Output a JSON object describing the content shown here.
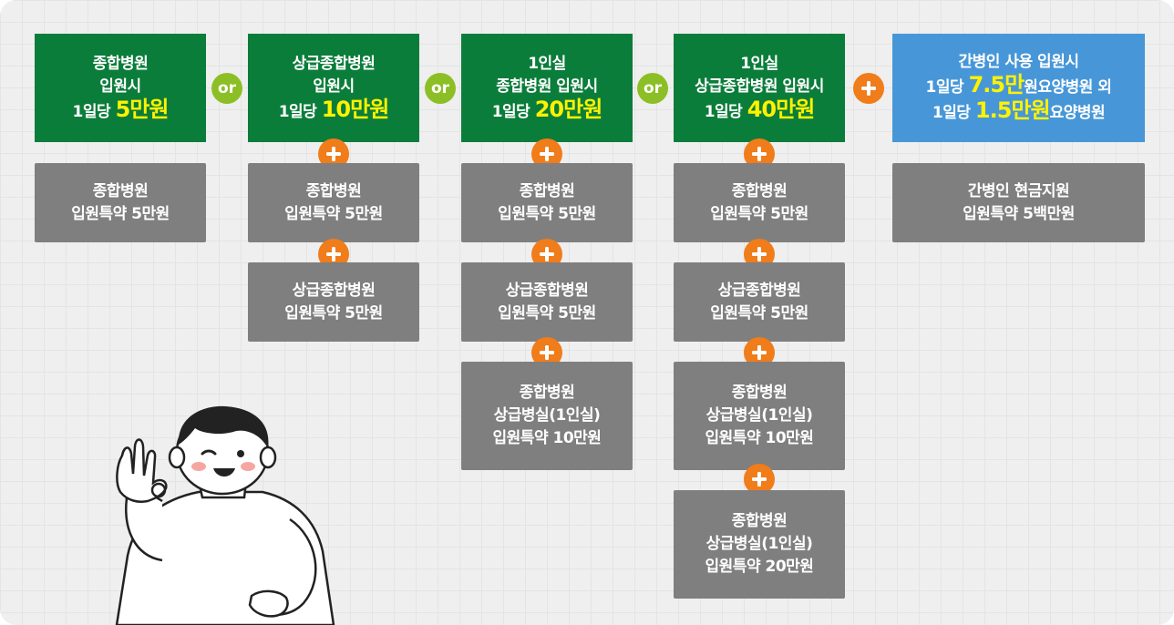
{
  "colors": {
    "green": "#0b7d3a",
    "blue": "#4797d8",
    "gray": "#7f7f7f",
    "or_circle": "#8cbf26",
    "plus_circle": "#f07c1a",
    "highlight": "#fff200"
  },
  "connectors": {
    "or": "or",
    "plus_icon": "plus-icon"
  },
  "columns": [
    {
      "header": {
        "lines": [
          "종합병원",
          "입원시"
        ],
        "amount_prefix": "1일당 ",
        "amount": "5만원"
      },
      "items": [
        {
          "lines": [
            "종합병원",
            "입원특약 5만원"
          ]
        }
      ]
    },
    {
      "header": {
        "lines": [
          "상급종합병원",
          "입원시"
        ],
        "amount_prefix": "1일당 ",
        "amount": "10만원"
      },
      "items": [
        {
          "lines": [
            "종합병원",
            "입원특약 5만원"
          ]
        },
        {
          "lines": [
            "상급종합병원",
            "입원특약 5만원"
          ]
        }
      ]
    },
    {
      "header": {
        "lines": [
          "1인실",
          "종합병원 입원시"
        ],
        "amount_prefix": "1일당 ",
        "amount": "20만원"
      },
      "items": [
        {
          "lines": [
            "종합병원",
            "입원특약 5만원"
          ]
        },
        {
          "lines": [
            "상급종합병원",
            "입원특약 5만원"
          ]
        },
        {
          "lines": [
            "종합병원",
            "상급병실(1인실)",
            "입원특약 10만원"
          ]
        }
      ]
    },
    {
      "header": {
        "lines": [
          "1인실",
          "상급종합병원 입원시"
        ],
        "amount_prefix": "1일당 ",
        "amount": "40만원"
      },
      "items": [
        {
          "lines": [
            "종합병원",
            "입원특약 5만원"
          ]
        },
        {
          "lines": [
            "상급종합병원",
            "입원특약 5만원"
          ]
        },
        {
          "lines": [
            "종합병원",
            "상급병실(1인실)",
            "입원특약 10만원"
          ]
        },
        {
          "lines": [
            "종합병원",
            "상급병실(1인실)",
            "입원특약 20만원"
          ]
        }
      ]
    },
    {
      "header": {
        "line1": "간병인 사용 입원시",
        "line2_prefix": "1일당 ",
        "line2_amount": "7.5만",
        "line2_suffix": "원요양병원 외",
        "line3_prefix": "1일당 ",
        "line3_amount": "1.5만원",
        "line3_suffix": "요양병원"
      },
      "items": [
        {
          "lines": [
            "간병인 현금지원",
            "입원특약 5백만원"
          ]
        }
      ]
    }
  ]
}
